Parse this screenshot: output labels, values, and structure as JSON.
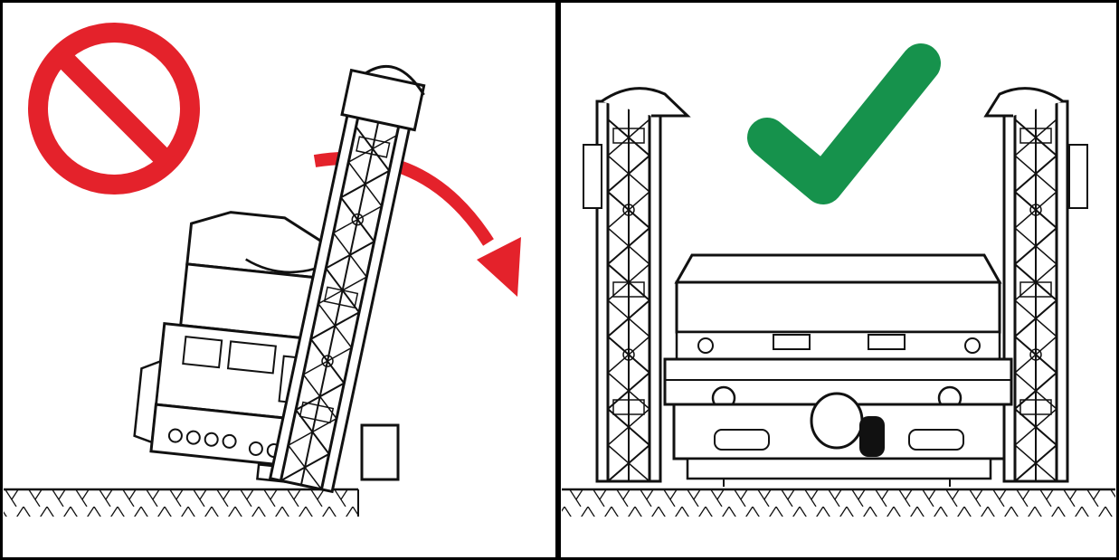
{
  "colors": {
    "frame": "#000000",
    "line": "#111111",
    "background": "#ffffff",
    "prohibited": "#e4222b",
    "arrow": "#e4222b",
    "approved": "#16924c"
  },
  "panels": [
    {
      "id": "left",
      "status": "incorrect",
      "status_icon": "prohibition-icon",
      "motion_icon": "curved-arrow-icon",
      "subject": "spreader-tipping-over",
      "ground": "hatched-ground"
    },
    {
      "id": "right",
      "status": "correct",
      "status_icon": "checkmark-icon",
      "subject": "spreader-upright-wings-folded",
      "ground": "hatched-ground"
    }
  ]
}
